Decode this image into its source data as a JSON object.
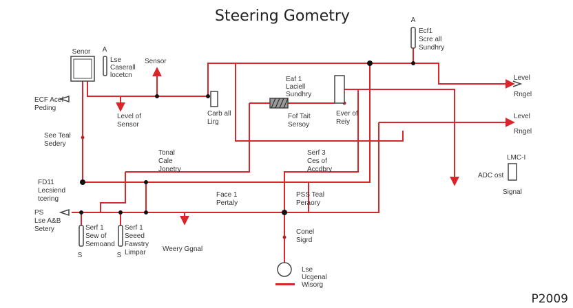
{
  "title": "Steering Gometry",
  "code": "P2009",
  "colors": {
    "wire": "#d8262b",
    "component": "#444444",
    "node": "#111111"
  },
  "labels": {
    "sensor_top": "Senor",
    "a_top_left": "A",
    "sensor_callout": [
      "Lse",
      "Caserall",
      "locetcn"
    ],
    "sensor_arrow": "Sensor",
    "a_top_right": "A",
    "right_top_callout": [
      "Ecf1",
      "Scre all",
      "Sundhry"
    ],
    "left_ecf": [
      "ECF Acef",
      "Peding"
    ],
    "level_of_sensor": [
      "Level of",
      "Sensor"
    ],
    "cabrall": [
      "Carb all",
      "Lirg"
    ],
    "middle_top_callout": [
      "Eaf 1",
      "Laciell",
      "Sundhry"
    ],
    "fof_tail": [
      "Fof Tait",
      "Sersoy"
    ],
    "ever_of": [
      "Ever of",
      "Reiy"
    ],
    "level_1": "Level",
    "rngel_1": "Rngel",
    "level_2": "Level",
    "rngel_2": "Rngel",
    "see_teal": [
      "See Teal",
      "Sedery"
    ],
    "tonal": [
      "Tonal",
      "Cale",
      "Jonetry"
    ],
    "serf3": [
      "Serf 3",
      "Ces of",
      "Accdbry"
    ],
    "lmc": "LMC-I",
    "adc": "ADC ost",
    "signal": "Signal",
    "fd11": [
      "FD11",
      "Lecsiend",
      "tcering"
    ],
    "face1": [
      "Face 1",
      "Pertaly"
    ],
    "pss": [
      "PSS Teal",
      "Peraory"
    ],
    "ps": [
      "PS",
      "Lse A&B",
      "Setery"
    ],
    "serf1": [
      "Serf 1",
      "Sew of",
      "Semoand"
    ],
    "serf1b": [
      "Serf 1",
      "Seeed",
      "Fawstry",
      "Limpar"
    ],
    "s1": "S",
    "s2": "S",
    "weery": "Weery Ggnal",
    "conel": [
      "Conel",
      "Sigrd"
    ],
    "lse_bottom": [
      "Lse",
      "Ucgenal",
      "Wisorg"
    ]
  }
}
